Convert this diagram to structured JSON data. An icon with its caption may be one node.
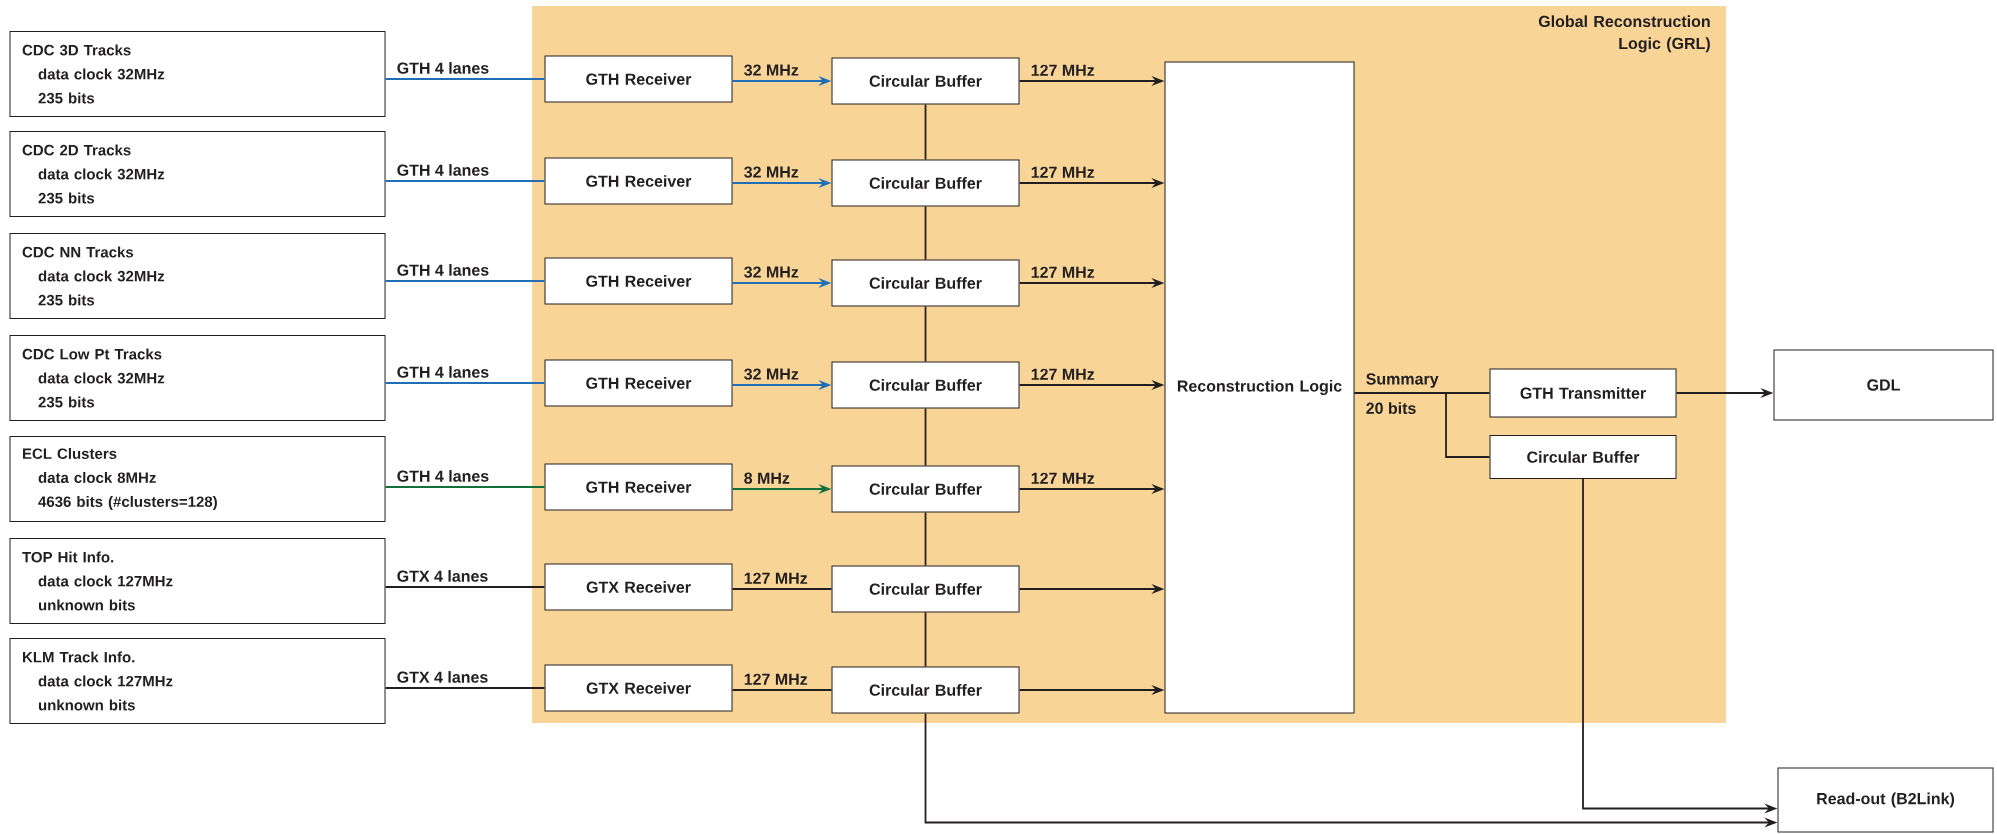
{
  "diagram": {
    "nodes": [
      {
        "text": [
          "CDC 3D Tracks",
          "data clock 32MHz",
          "235 bits"
        ]
      },
      {
        "text": [
          "CDC 2D Tracks",
          "data clock 32MHz",
          "235 bits"
        ]
      },
      {
        "text": [
          "CDC NN Tracks",
          "data clock 32MHz",
          "235 bits"
        ]
      },
      {
        "text": [
          "CDC Low Pt Tracks",
          "data clock 32MHz",
          "235 bits"
        ]
      },
      {
        "text": [
          "ECL Clusters",
          "data clock 8MHz",
          "4636 bits (#clusters=128)"
        ]
      },
      {
        "text": [
          "TOP Hit Info.",
          "data clock 127MHz",
          "unknown bits"
        ]
      },
      {
        "text": [
          "KLM Track Info.",
          "data clock 127MHz",
          "unknown bits"
        ]
      },
      {
        "text": [
          "Global Reconstruction Logic (GRL)"
        ]
      },
      {
        "text": [
          "GTH Receiver"
        ],
        "in": 7
      },
      {
        "text": [
          "GTH Receiver"
        ],
        "in": 7
      },
      {
        "text": [
          "GTH Receiver"
        ],
        "in": 7
      },
      {
        "text": [
          "GTH Receiver"
        ],
        "in": 7
      },
      {
        "text": [
          "GTH Receiver"
        ],
        "in": 7
      },
      {
        "text": [
          "GTX Receiver"
        ],
        "in": 7
      },
      {
        "text": [
          "GTX Receiver"
        ],
        "in": 7
      },
      {
        "text": [
          "Circular Buffer"
        ],
        "in": 7
      },
      {
        "text": [
          "Circular Buffer"
        ],
        "in": 7
      },
      {
        "text": [
          "Circular Buffer"
        ],
        "in": 7
      },
      {
        "text": [
          "Circular Buffer"
        ],
        "in": 7
      },
      {
        "text": [
          "Circular Buffer"
        ],
        "in": 7
      },
      {
        "text": [
          "Circular Buffer"
        ],
        "in": 7
      },
      {
        "text": [
          "Circular Buffer"
        ],
        "in": 7
      },
      {
        "text": [
          "Reconstruction Logic"
        ],
        "in": 7
      },
      {
        "text": [
          "GTH Transmitter"
        ],
        "in": 7
      },
      {
        "text": [
          "Circular Buffer"
        ],
        "in": 7
      },
      {
        "text": [
          "GDL"
        ]
      },
      {
        "text": [
          "Read-out (B2Link)"
        ]
      }
    ],
    "edges": [
      {
        "from": 0,
        "to": 8,
        "arrow": "none",
        "label": "GTH 4 lanes",
        "color": "#1f6fb8"
      },
      {
        "from": 1,
        "to": 9,
        "arrow": "none",
        "label": "GTH 4 lanes",
        "color": "#1f6fb8"
      },
      {
        "from": 2,
        "to": 10,
        "arrow": "none",
        "label": "GTH 4 lanes",
        "color": "#1f6fb8"
      },
      {
        "from": 3,
        "to": 11,
        "arrow": "none",
        "label": "GTH 4 lanes",
        "color": "#1f6fb8"
      },
      {
        "from": 4,
        "to": 12,
        "arrow": "none",
        "label": "GTH 4 lanes",
        "color": "#12713a"
      },
      {
        "from": 5,
        "to": 13,
        "arrow": "none",
        "label": "GTX 4 lanes"
      },
      {
        "from": 6,
        "to": 14,
        "arrow": "none",
        "label": "GTX 4 lanes"
      },
      {
        "from": 8,
        "to": 15,
        "arrow": "to",
        "label": "32 MHz",
        "color": "#1f6fb8"
      },
      {
        "from": 9,
        "to": 16,
        "arrow": "to",
        "label": "32 MHz",
        "color": "#1f6fb8"
      },
      {
        "from": 10,
        "to": 17,
        "arrow": "to",
        "label": "32 MHz",
        "color": "#1f6fb8"
      },
      {
        "from": 11,
        "to": 18,
        "arrow": "to",
        "label": "32 MHz",
        "color": "#1f6fb8"
      },
      {
        "from": 12,
        "to": 19,
        "arrow": "to",
        "label": "8 MHz",
        "color": "#12713a"
      },
      {
        "from": 13,
        "to": 20,
        "arrow": "none",
        "label": "127 MHz"
      },
      {
        "from": 14,
        "to": 21,
        "arrow": "none",
        "label": "127 MHz"
      },
      {
        "from": 15,
        "to": 22,
        "arrow": "to",
        "label": "127 MHz"
      },
      {
        "from": 16,
        "to": 22,
        "arrow": "to",
        "label": "127 MHz"
      },
      {
        "from": 17,
        "to": 22,
        "arrow": "to",
        "label": "127 MHz"
      },
      {
        "from": 18,
        "to": 22,
        "arrow": "to",
        "label": "127 MHz"
      },
      {
        "from": 19,
        "to": 22,
        "arrow": "to",
        "label": "127 MHz"
      },
      {
        "from": 20,
        "to": 22,
        "arrow": "to"
      },
      {
        "from": 21,
        "to": 22,
        "arrow": "to"
      },
      {
        "from": 15,
        "to": 16,
        "arrow": "none"
      },
      {
        "from": 16,
        "to": 17,
        "arrow": "none"
      },
      {
        "from": 17,
        "to": 18,
        "arrow": "none"
      },
      {
        "from": 18,
        "to": 19,
        "arrow": "none"
      },
      {
        "from": 19,
        "to": 20,
        "arrow": "none"
      },
      {
        "from": 20,
        "to": 21,
        "arrow": "none"
      },
      {
        "from": 21,
        "to": 26,
        "arrow": "to"
      },
      {
        "from": 22,
        "to": 23,
        "arrow": "none",
        "label": "Summary"
      },
      {
        "from": 22,
        "to": 24,
        "arrow": "none",
        "label": "20 bits"
      },
      {
        "from": 23,
        "to": 25,
        "arrow": "to"
      },
      {
        "from": 24,
        "to": 26,
        "arrow": "to"
      }
    ]
  }
}
